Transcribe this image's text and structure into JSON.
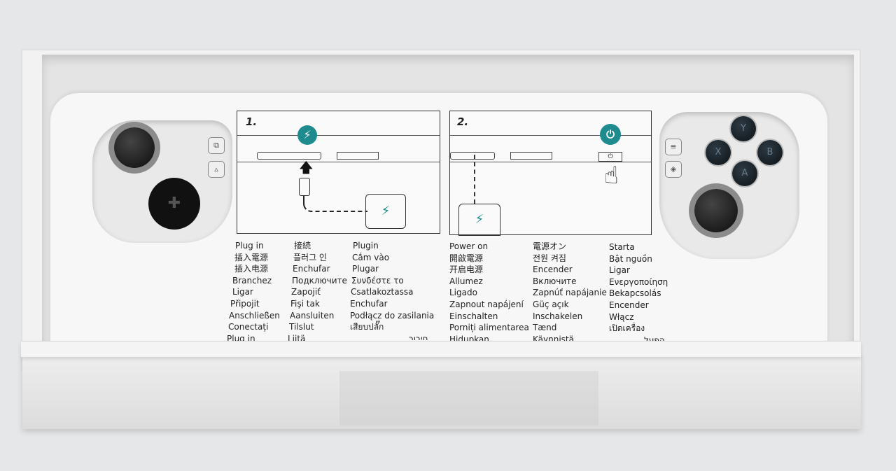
{
  "steps": [
    {
      "number": "1.",
      "icon": "lightning-icon"
    },
    {
      "number": "2.",
      "icon": "power-icon"
    }
  ],
  "plug_in_columns": [
    [
      "Plug in",
      "插入電源",
      "插入电源",
      "Branchez",
      "Ligar",
      "Připojit",
      "Anschließen",
      "Conectați",
      "Plug in"
    ],
    [
      "接続",
      "플러그 인",
      "Enchufar",
      "Подключите",
      "Zapojiť",
      "Fişi tak",
      "Aansluiten",
      "Tilslut",
      "Liitä"
    ],
    [
      "Plugin",
      "Cắm vào",
      "Plugar",
      "Συνδέστε το",
      "Csatlakoztassa",
      "Enchufar",
      "Podłącz do zasilania",
      "เสียบปลั๊ก",
      "חיבור"
    ]
  ],
  "power_on_columns": [
    [
      "Power on",
      "開啟電源",
      "开启电源",
      "Allumez",
      "Ligado",
      "Zapnout napájení",
      "Einschalten",
      "Porniți alimentarea",
      "Hidupkan"
    ],
    [
      "電源オン",
      "전원 켜짐",
      "Encender",
      "Включите",
      "Zapnúť napájanie",
      "Güç açık",
      "Inschakelen",
      "Tænd",
      "Käynnistä"
    ],
    [
      "Starta",
      "Bật nguồn",
      "Ligar",
      "Ενεργοποίηση",
      "Bekapcsolás",
      "Encender",
      "Włącz",
      "เปิดเครื่อง",
      "הפעל"
    ]
  ],
  "face_buttons": [
    "Y",
    "X",
    "B",
    "A"
  ],
  "accent": "#1e8c8e"
}
